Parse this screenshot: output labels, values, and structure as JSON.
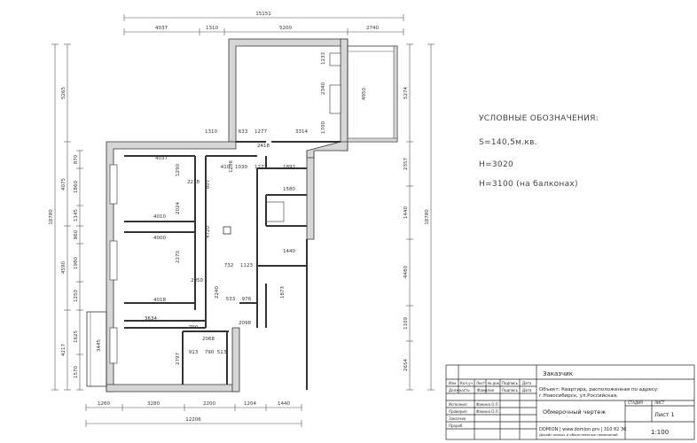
{
  "legend": {
    "title": "УСЛОВНЫЕ ОБОЗНАЧЕНИЯ:",
    "area": "S=140,5м.кв.",
    "height": "H=3020",
    "balcony_height": "H=3100 (на балконах)"
  },
  "dims": {
    "top_total": "15151",
    "top_1": "4037",
    "top_2": "1310",
    "top_3": "5200",
    "top_4": "2740",
    "bottom_total": "12206",
    "bottom_1": "1260",
    "bottom_2": "3280",
    "bottom_3": "2200",
    "bottom_4": "1204",
    "bottom_5": "1440",
    "left_total": "18780",
    "left_1": "5265",
    "left_2": "4075",
    "left_3": "4590",
    "left_4": "4217",
    "left_s1": "870",
    "left_s2": "1860",
    "left_s3": "1145",
    "left_s4": "860",
    "left_s5": "1980",
    "left_s6": "1250",
    "left_s7": "1625",
    "left_s8": "1570",
    "left_s9": "3445",
    "right_total": "18780",
    "right_1": "5274",
    "right_2": "2357",
    "right_3": "1440",
    "right_4": "4480",
    "right_5": "1109",
    "right_6": "2654",
    "inner_4037": "4037",
    "inner_4010": "4010",
    "inner_4000": "4000",
    "inner_4018": "4018",
    "inner_3634": "3634",
    "inner_2024": "2024",
    "inner_2270": "2270",
    "inner_2797": "2797",
    "inner_4950": "4950",
    "inner_2340": "2340",
    "inner_1700": "1700",
    "inner_1233": "1233",
    "inner_633": "633",
    "inner_1277a": "1277",
    "inner_3314": "3314",
    "inner_1310": "1310",
    "inner_410": "410",
    "inner_1030": "1030",
    "inner_1277b": "1277",
    "inner_1892": "1892",
    "inner_1580": "1580",
    "inner_1440": "1440",
    "inner_732": "732",
    "inner_1123": "1123",
    "inner_1873": "1873",
    "inner_533": "533",
    "inner_976": "976",
    "inner_4720": "4720",
    "inner_2240": "2240",
    "inner_790": "790",
    "inner_913": "913",
    "inner_513": "513",
    "inner_920": "920",
    "inner_1290": "1290",
    "inner_807": "807",
    "inner_1286": "1286",
    "inner_2418": "2418",
    "inner_2050": "2050",
    "inner_2098": "2098",
    "inner_2068": "2068",
    "inner_2218": "2218"
  },
  "stamp": {
    "cols": [
      "Изм.",
      "Кол.уч.",
      "Лист",
      "№ док.",
      "Подпись",
      "Дата"
    ],
    "roles": [
      "Должность",
      "Фамилия",
      "Подпись",
      "Дата"
    ],
    "role_1": "Исполнил",
    "name_1": "Фокина О.Л.",
    "role_2": "Проверил",
    "name_2": "Фокина О.Л.",
    "role_3": "Заказчик",
    "role_4": "Прораб",
    "customer": "Заказчик",
    "object": "Объект: Квартира, расположенная по адресу:",
    "address": "г.Новосибирск, ул.Российская,",
    "stage_label": "СТАДИЯ",
    "sheet_label": "ЛИСТ",
    "drawing_title": "Обмерочный чертеж",
    "sheet_value": "Лист 1",
    "company": "DOMION | www.domion.pro | 310 82 36",
    "company_sub": "Дизайн жилых и общественных помещений",
    "scale": "1:100"
  }
}
